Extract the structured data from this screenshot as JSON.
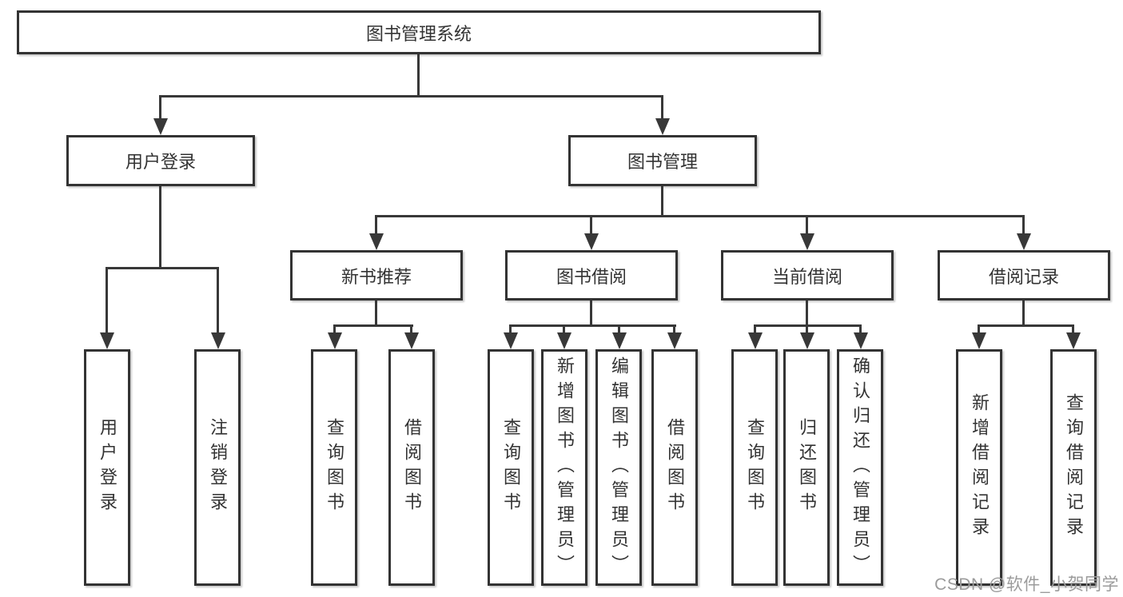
{
  "nodes": {
    "root": "图书管理系统",
    "level1": [
      "用户登录",
      "图书管理"
    ],
    "level2": [
      "新书推荐",
      "图书借阅",
      "当前借阅",
      "借阅记录"
    ],
    "leaves_user_login": [
      "用户登录",
      "注销登录"
    ],
    "leaves_new_book": [
      "查询图书",
      "借阅图书"
    ],
    "leaves_book_borrow": [
      "查询图书",
      "新增图书（管理员）",
      "编辑图书（管理员）",
      "借阅图书"
    ],
    "leaves_current_borrow": [
      "查询图书",
      "归还图书",
      "确认归还（管理员）"
    ],
    "leaves_borrow_record": [
      "新增借阅记录",
      "查询借阅记录"
    ]
  },
  "watermark": "CSDN @软件_小贺同学",
  "colors": {
    "line": "#383838",
    "border": "#333333",
    "text": "#333333",
    "watermark": "#9b9b9b",
    "background": "#ffffff"
  }
}
